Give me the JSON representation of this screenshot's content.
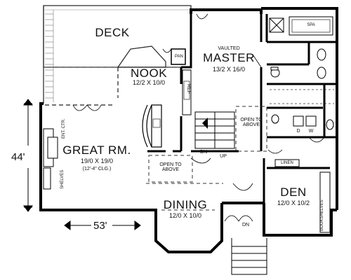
{
  "rooms": {
    "deck": {
      "name": "DECK"
    },
    "nook": {
      "name": "NOOK",
      "size": "12/2 X 10/0"
    },
    "master": {
      "note": "VAULTED",
      "name": "MASTER",
      "size": "13/2 X 16/0"
    },
    "great_room": {
      "name": "GREAT RM.",
      "size": "19/0 X 19/0",
      "ceiling": "(12'-4\" CLG.)"
    },
    "dining": {
      "name": "DINING",
      "size": "12/0 X 10/0"
    },
    "den": {
      "name": "DEN",
      "size": "12/0 X 10/2"
    }
  },
  "labels": {
    "pan": "PAN",
    "spa": "SPA",
    "ref": "REF",
    "open_above_1": "OPEN TO ABOVE",
    "open_above_2": "OPEN TO ABOVE",
    "dn_stair": "DN",
    "up_stair": "UP",
    "dn_entry": "DN",
    "d": "D",
    "w": "W",
    "linen": "LINEN",
    "bookshelves": "BOOKSHELVES",
    "shelves": "SHELVES",
    "ent_ctr": "ENT. CTR."
  },
  "dimensions": {
    "depth": "44'",
    "width": "53'"
  }
}
